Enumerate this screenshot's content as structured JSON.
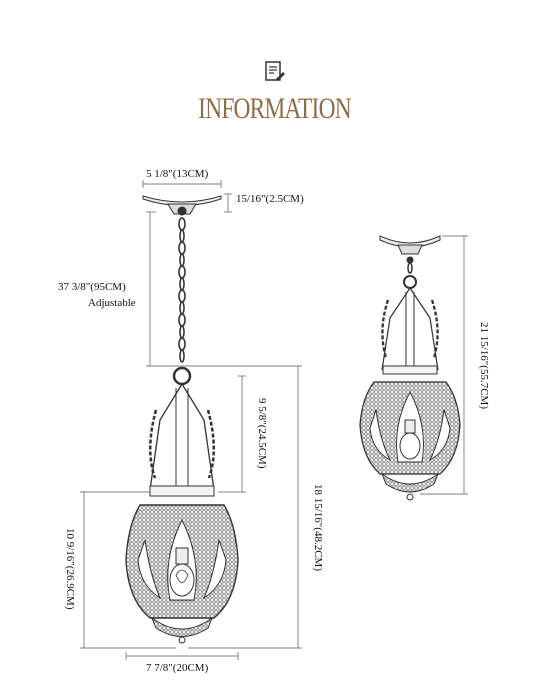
{
  "header": {
    "title": "INFORMATION",
    "icon": "document-edit-icon"
  },
  "dimensions": {
    "canopy_width": "5 1/8\"(13CM)",
    "canopy_height": "15/16\"(2.5CM)",
    "chain_length": "37 3/8\"(95CM)",
    "chain_note": "Adjustable",
    "upper_height": "9 5/8\"(24.5CM)",
    "fixture_height": "18 15/16\"(48.2CM)",
    "shade_height": "10 9/16\"(26.9CM)",
    "shade_width": "7 7/8\"(20CM)",
    "semi_flush_height": "21 15/16\"(55.7CM)"
  },
  "colors": {
    "accent": "#8a6d4a",
    "line": "#333333"
  }
}
